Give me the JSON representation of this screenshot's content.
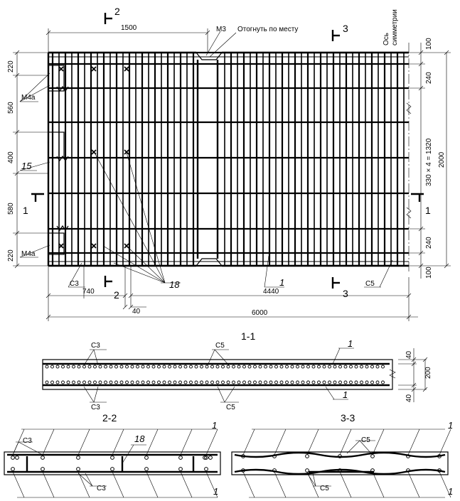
{
  "plan": {
    "dims_top": {
      "d1500": "1500"
    },
    "dims_bottom": {
      "d740": "740",
      "d40": "40",
      "d4440": "4440",
      "d6000": "6000"
    },
    "dims_left": {
      "d220a": "220",
      "d560": "560",
      "d400": "400",
      "d580": "580",
      "d220b": "220"
    },
    "dims_right": {
      "d100a": "100",
      "d240a": "240",
      "d1320": "330 × 4 = 1320",
      "d240b": "240",
      "d100b": "100",
      "d2000": "2000"
    },
    "labels": {
      "m3": "М3",
      "bend_note": "Отогнуть по месту",
      "axis_line1": "Ось",
      "axis_line2": "симметрии",
      "m4a_top": "М4а",
      "m4a_bottom": "М4а",
      "n15": "15",
      "n18": "18",
      "n1": "1",
      "c3": "С3",
      "c5": "С5"
    },
    "section_marks": {
      "s1_left": "1",
      "s1_right": "1",
      "s2_top": "2",
      "s2_bottom": "2",
      "s3_top": "3",
      "s3_bottom": "3"
    }
  },
  "section_1_1": {
    "title": "1-1",
    "c3_top": "С3",
    "c5_top": "С5",
    "n1_top": "1",
    "c3_bottom": "С3",
    "c5_bottom": "С5",
    "n1_bottom": "1",
    "d40_top": "40",
    "d200": "200",
    "d40_bottom": "40"
  },
  "section_2_2": {
    "title": "2-2",
    "c3_top": "С3",
    "n18": "18",
    "c3_bottom": "С3",
    "n1_top": "1",
    "n1_bottom": "1"
  },
  "section_3_3": {
    "title": "3-3",
    "c5_top": "С5",
    "c5_bottom": "С5",
    "n1_top": "1",
    "n1_bottom": "1"
  }
}
